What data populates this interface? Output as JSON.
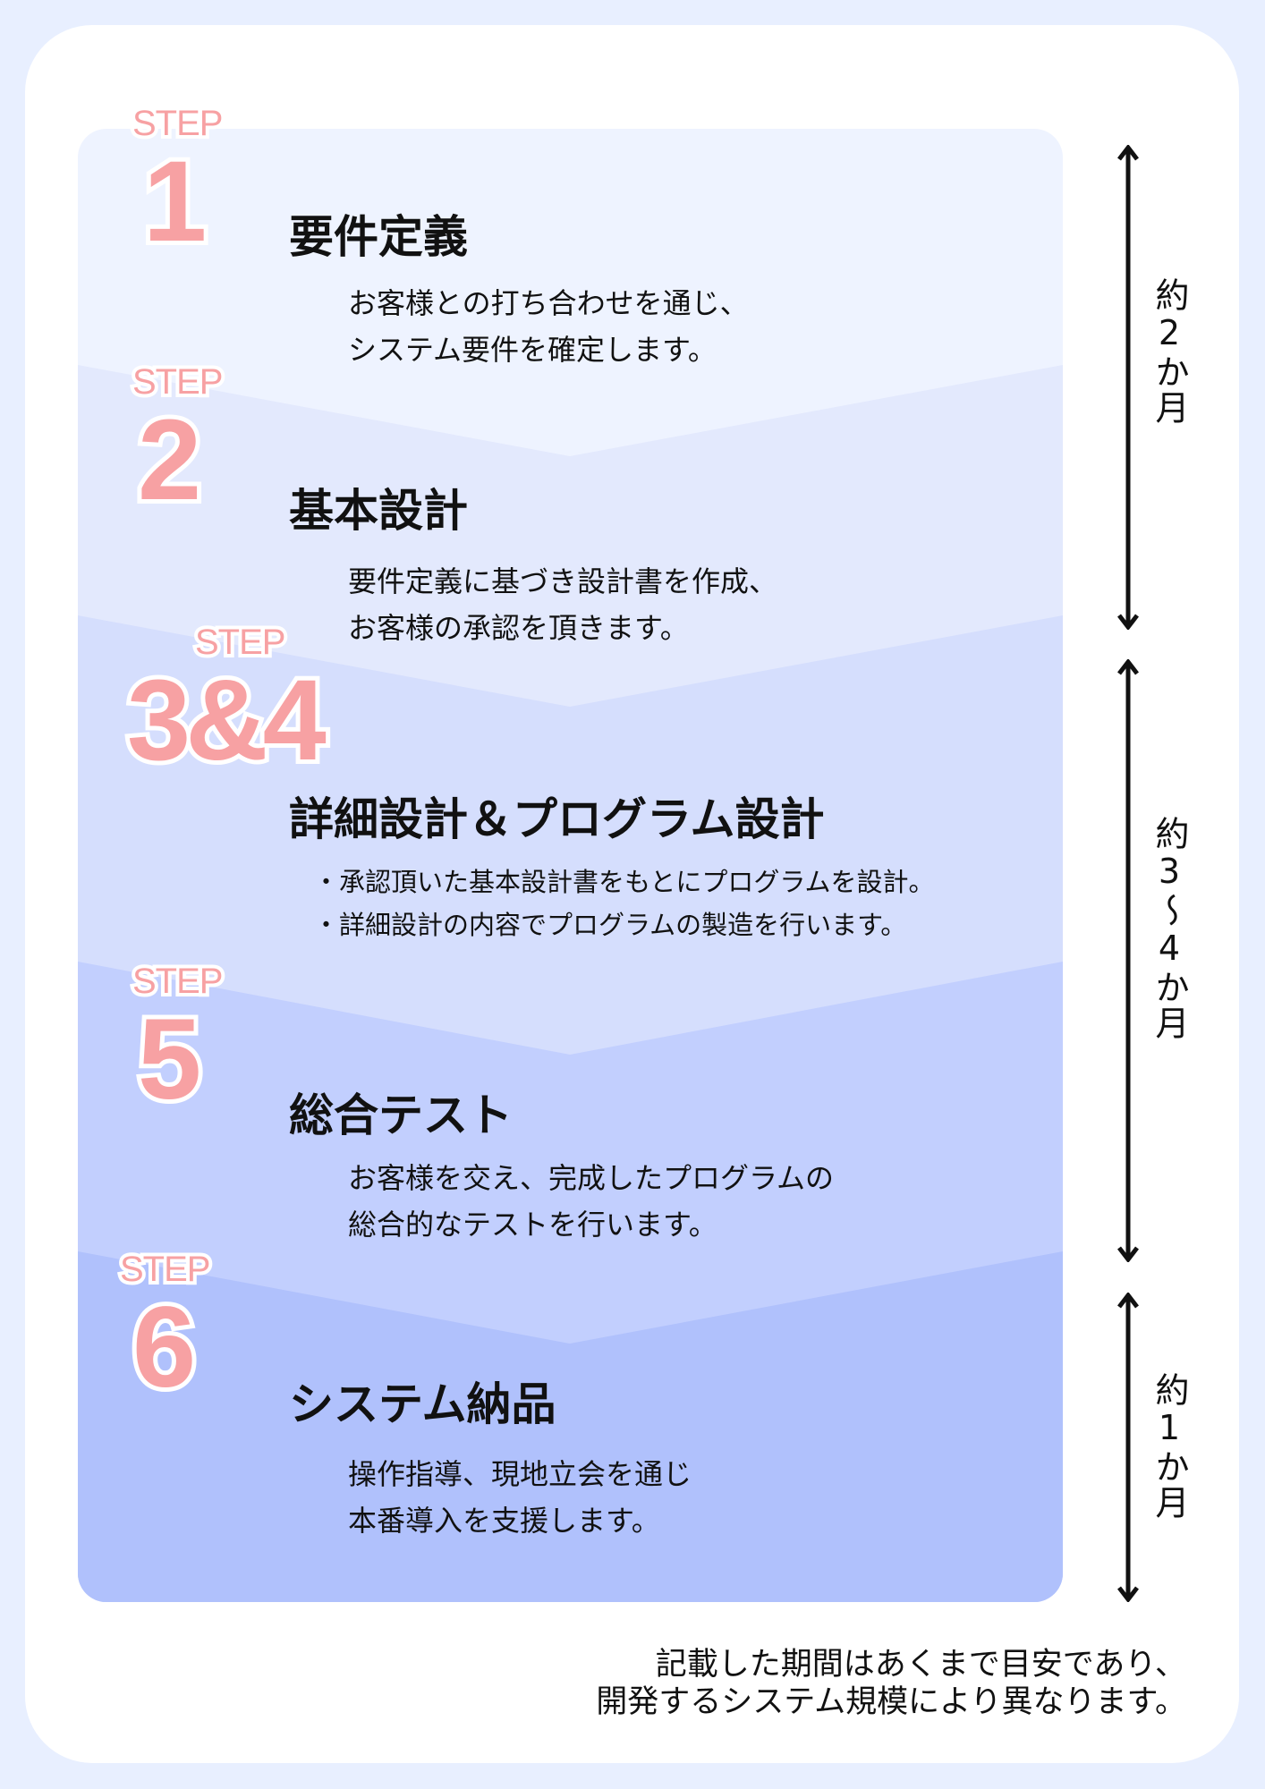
{
  "steps": [
    {
      "step_word": "STEP",
      "number": "1",
      "title": "要件定義",
      "lines": [
        "お客様との打ち合わせを通じ、",
        "システム要件を確定します。"
      ]
    },
    {
      "step_word": "STEP",
      "number": "2",
      "title": "基本設計",
      "lines": [
        "要件定義に基づき設計書を作成、",
        "お客様の承認を頂きます。"
      ]
    },
    {
      "step_word": "STEP",
      "number": "3&4",
      "title": "詳細設計＆プログラム設計",
      "lines": [
        "・承認頂いた基本設計書をもとにプログラムを設計。",
        "・詳細設計の内容でプログラムの製造を行います。"
      ]
    },
    {
      "step_word": "STEP",
      "number": "5",
      "title": "総合テスト",
      "lines": [
        "お客様を交え、完成したプログラムの",
        "総合的なテストを行います。"
      ]
    },
    {
      "step_word": "STEP",
      "number": "6",
      "title": "システム納品",
      "lines": [
        "操作指導、現地立会を通じ",
        "本番導入を支援します。"
      ]
    }
  ],
  "durations": [
    "約2か月",
    "約3〜4か月",
    "約1か月"
  ],
  "footer": [
    "記載した期間はあくまで目安であり、",
    "開発するシステム規模により異なります。"
  ],
  "colors": {
    "background": "#e8efff",
    "band1": "#eef3ff",
    "band2": "#e3e9fd",
    "band3": "#d5defd",
    "band4": "#c2cffe",
    "band5": "#b0c1fc",
    "step_pink": "#f7a1a3"
  }
}
